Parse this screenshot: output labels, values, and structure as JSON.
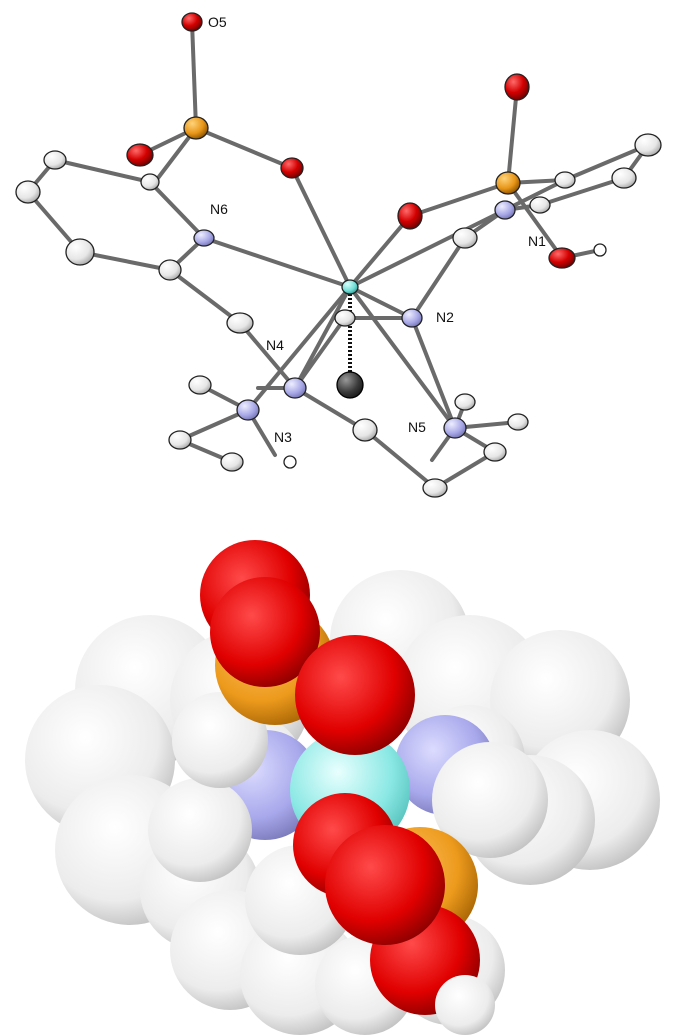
{
  "labels": {
    "o5": "O5",
    "n1": "N1",
    "n2": "N2",
    "n3": "N3",
    "n4": "N4",
    "n5": "N5",
    "n6": "N6"
  },
  "colors": {
    "background": "#ffffff",
    "oxygen": "#e00000",
    "phosphorus": "#f0a020",
    "nitrogen": "#a8a8e8",
    "metal": "#78e0d8",
    "carbon": "#f4f4f4",
    "hydrogen": "#ffffff",
    "bond": "#6a6a6a",
    "dummy_atom": "#333333"
  }
}
